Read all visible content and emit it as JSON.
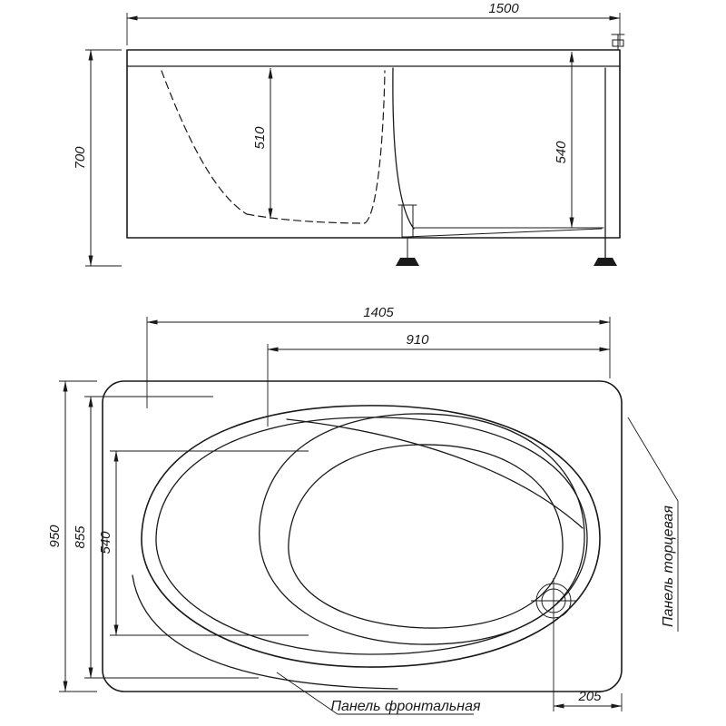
{
  "page": {
    "background": "#ffffff",
    "line_color": "#1a1a1a"
  },
  "side_view": {
    "dim_length": "1500",
    "dim_height": "700",
    "dim_inner_depth": "510",
    "dim_frame_height": "540"
  },
  "top_view": {
    "dim_length": "1405",
    "dim_basin_length": "910",
    "dim_width": "950",
    "dim_inner_width": "855",
    "dim_basin_width": "540",
    "dim_drain_offset": "205",
    "label_front_panel": "Панель фронтальная",
    "label_end_panel": "Панель торцевая"
  }
}
